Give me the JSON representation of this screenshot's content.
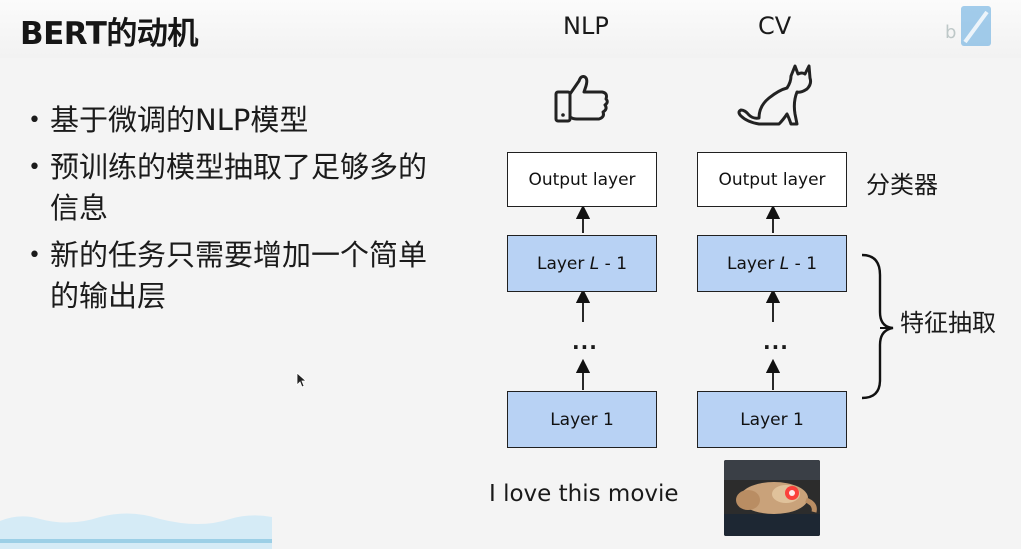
{
  "slide": {
    "title": "BERT的动机",
    "bullets": [
      "基于微调的NLP模型",
      "预训练的模型抽取了足够多的信息",
      "新的任务只需要增加一个简单的输出层"
    ]
  },
  "diagram": {
    "columns": [
      {
        "label": "NLP",
        "icon": "thumbs-up-icon",
        "output_layer": "Output layer",
        "top_layer": "Layer L - 1",
        "ellipsis": "...",
        "bottom_layer": "Layer 1",
        "input_caption": "I love this movie"
      },
      {
        "label": "CV",
        "icon": "cat-icon",
        "output_layer": "Output layer",
        "top_layer": "Layer L - 1",
        "ellipsis": "...",
        "bottom_layer": "Layer 1",
        "input_image": "cat-photo"
      }
    ],
    "classifier_label": "分类器",
    "feature_label": "特征抽取",
    "colors": {
      "layer_fill": "#b8d2f4",
      "output_fill": "#ffffff",
      "stroke": "#202020"
    }
  }
}
